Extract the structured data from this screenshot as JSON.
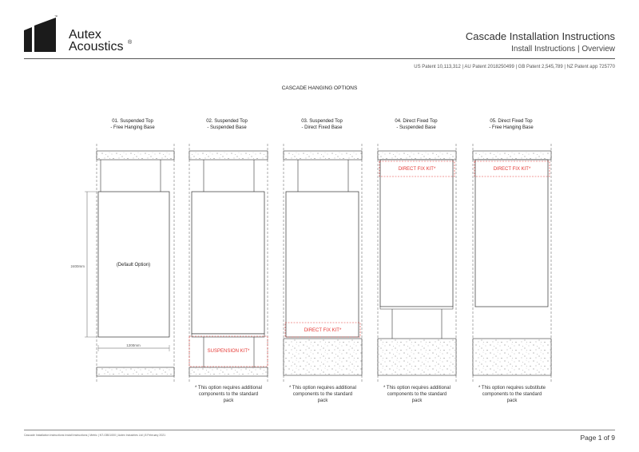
{
  "brand": {
    "line1": "Autex",
    "line2": "Acoustics",
    "reg_mark": "®",
    "tm_mark": "™"
  },
  "header": {
    "title": "Cascade Installation Instructions",
    "subtitle": "Install Instructions | Overview"
  },
  "patents": "US Patent 10,113,312 | AU Patent 2018250499 | GB Patent 2,545,789 | NZ Patent app 725770",
  "section_title": "CASCADE HANGING OPTIONS",
  "options": [
    {
      "title_line1": "01. Suspended Top",
      "title_line2": "- Free Hanging Base",
      "panel_label": "(Default Option)",
      "dim_height": "2400mm",
      "dim_width": "1200mm"
    },
    {
      "title_line1": "02. Suspended Top",
      "title_line2": "- Suspended Base",
      "kit_label": "SUSPENSION KIT*",
      "note_line1": "* This option requires additional",
      "note_line2": "components to the standard",
      "note_line3": "pack"
    },
    {
      "title_line1": "03. Suspended Top",
      "title_line2": "- Direct Fixed Base",
      "kit_label": "DIRECT FIX KIT*",
      "note_line1": "* This option requires additional",
      "note_line2": "components to the standard",
      "note_line3": "pack"
    },
    {
      "title_line1": "04. Direct Fixed Top",
      "title_line2": "- Suspended Base",
      "kit_label": "DIRECT FIX KIT*",
      "note_line1": "* This option requires additional",
      "note_line2": "components to the standard",
      "note_line3": "pack"
    },
    {
      "title_line1": "05. Direct Fixed Top",
      "title_line2": "- Free Hanging Base",
      "kit_label": "DIRECT FIX KIT*",
      "note_line1": "* This option requires substitute",
      "note_line2": "components to the standard",
      "note_line3": "pack"
    }
  ],
  "footer": {
    "left": "Cascade Installation Instructions  Install Instructions | Metric | NT-GB01000 | Autex Industries Ltd | 8 February 2021",
    "page": "Page 1 of 9"
  },
  "colors": {
    "kit_red": "#e53935",
    "line": "#333333",
    "speckle": "#555555"
  }
}
